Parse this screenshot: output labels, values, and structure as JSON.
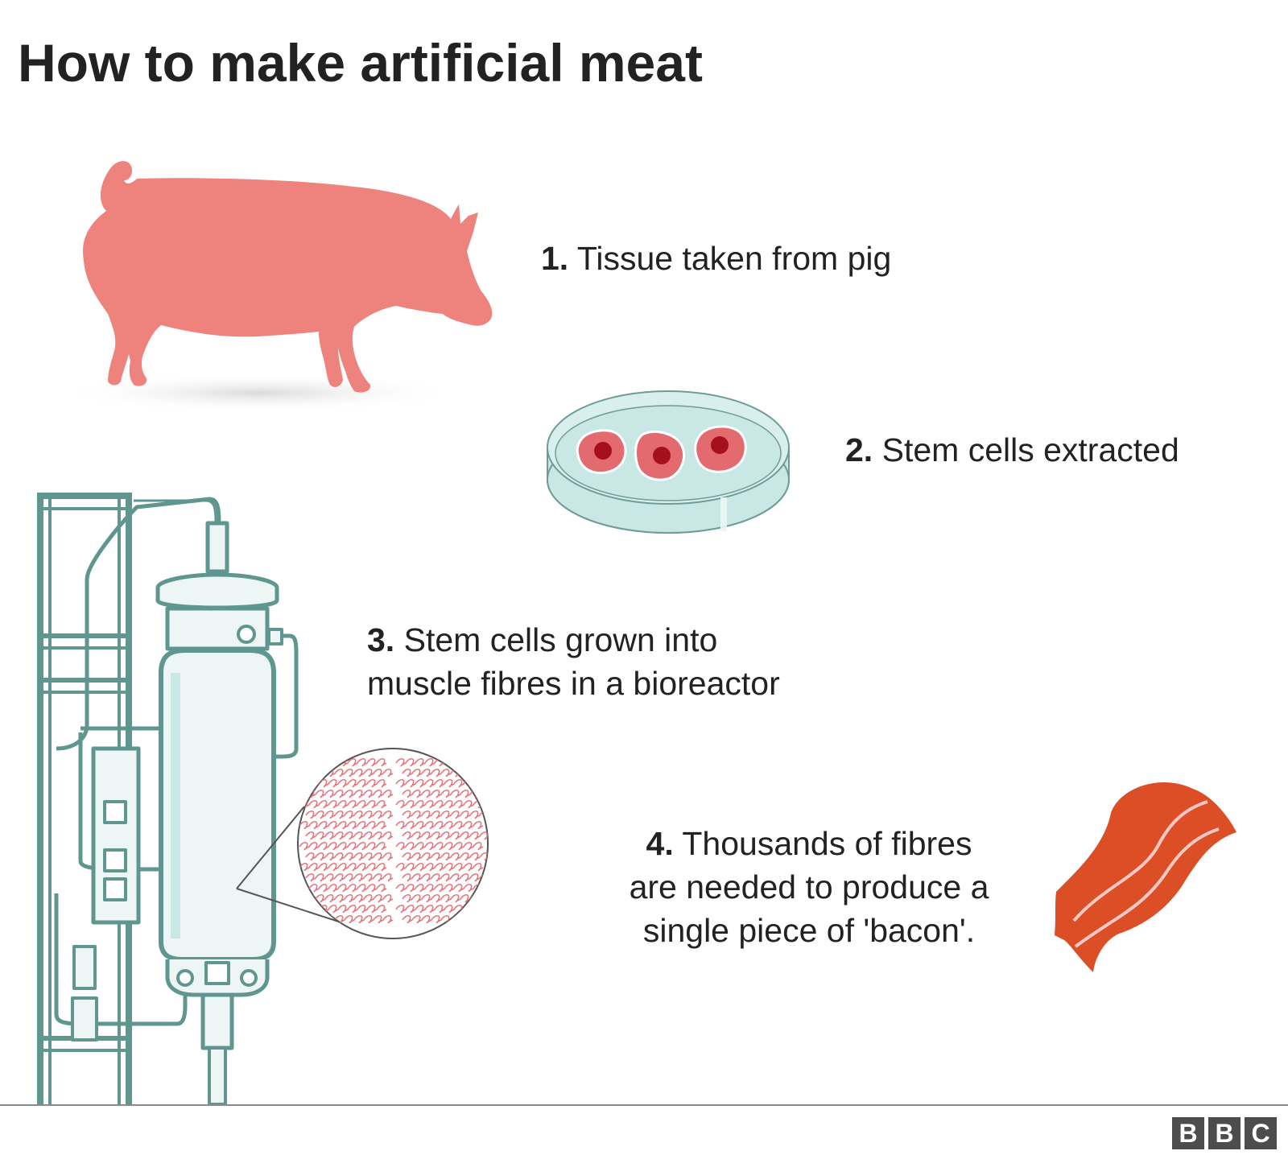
{
  "title": "How to make artificial meat",
  "steps": [
    {
      "num": "1.",
      "text": "Tissue taken from pig"
    },
    {
      "num": "2.",
      "text": "Stem cells extracted"
    },
    {
      "num": "3.",
      "line1": "Stem cells grown into",
      "line2": "muscle fibres in a bioreactor"
    },
    {
      "num": "4.",
      "line1": "Thousands of fibres",
      "line2": "are needed to produce a",
      "line3": "single piece of 'bacon'."
    }
  ],
  "logo": [
    "B",
    "B",
    "C"
  ],
  "colors": {
    "pig": "#ee837e",
    "dish": "#c9e7e4",
    "dish_outline": "#6f9c97",
    "cell": "#e36a6e",
    "cell_nucleus": "#a6101c",
    "bioreactor_frame": "#5f9790",
    "bioreactor_body": "#eef6f5",
    "fibres": "#e8757b",
    "bacon": "#dc4e26",
    "bacon_stripe": "#fbc8c4",
    "logo_bg": "#4d4d4d"
  },
  "icons": [
    "pig-icon",
    "petri-dish-icon",
    "bioreactor-icon",
    "muscle-fibres-magnifier-icon",
    "bacon-icon",
    "bbc-logo"
  ]
}
